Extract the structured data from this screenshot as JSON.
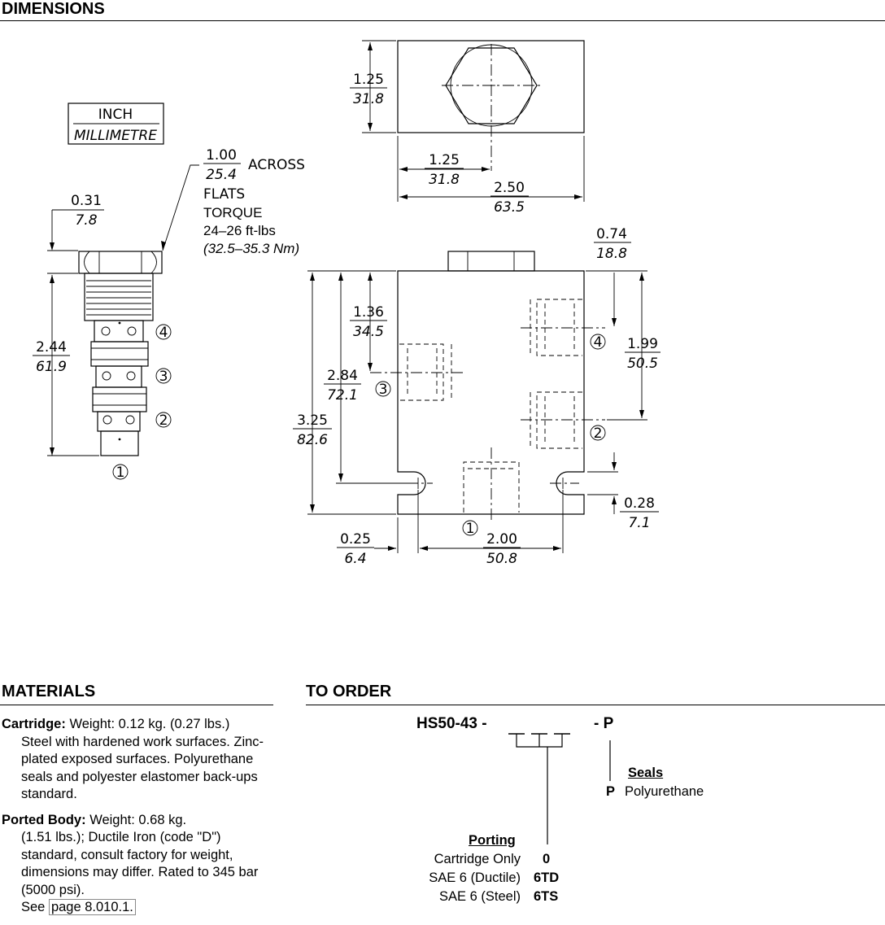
{
  "sections": {
    "dimensions": "DIMENSIONS",
    "materials": "MATERIALS",
    "to_order": "TO ORDER"
  },
  "legend": {
    "top": "INCH",
    "bottom": "MILLIMETRE"
  },
  "hex": {
    "inch": "1.00",
    "mm": "25.4",
    "across": "ACROSS",
    "flats": "FLATS",
    "torque_label": "TORQUE",
    "torque_ftlbs": "24–26 ft-lbs",
    "torque_nm": "(32.5–35.3 Nm)"
  },
  "cartridge_dims": {
    "hex_height": {
      "inch": "0.31",
      "mm": "7.8"
    },
    "length": {
      "inch": "2.44",
      "mm": "61.9"
    }
  },
  "top_view_dims": {
    "height": {
      "inch": "1.25",
      "mm": "31.8"
    },
    "center": {
      "inch": "1.25",
      "mm": "31.8"
    },
    "width": {
      "inch": "2.50",
      "mm": "63.5"
    }
  },
  "body_dims": {
    "top_offset": {
      "inch": "0.74",
      "mm": "18.8"
    },
    "port4_depth": {
      "inch": "1.36",
      "mm": "34.5"
    },
    "port_spacing": {
      "inch": "1.99",
      "mm": "50.5"
    },
    "port3_depth": {
      "inch": "2.84",
      "mm": "72.1"
    },
    "height": {
      "inch": "3.25",
      "mm": "82.6"
    },
    "mount_offset": {
      "inch": "0.28",
      "mm": "7.1"
    },
    "left_offset": {
      "inch": "0.25",
      "mm": "6.4"
    },
    "hole_spacing": {
      "inch": "2.00",
      "mm": "50.8"
    }
  },
  "ports": {
    "p1": "1",
    "p2": "2",
    "p3": "3",
    "p4": "4"
  },
  "materials": {
    "cartridge_label": "Cartridge:",
    "cartridge_first": "Weight: 0.12 kg. (0.27 lbs.)",
    "cartridge_rest": "Steel with hardened work surfaces. Zinc-plated exposed surfaces. Polyurethane seals and polyester elastomer back-ups standard.",
    "body_label": "Ported Body:",
    "body_first": "Weight: 0.68 kg.",
    "body_rest": "(1.51 lbs.); Ductile Iron (code \"D\") standard, consult factory for weight, dimensions may differ. Rated to 345 bar (5000 psi).",
    "see": "See",
    "see_link": "page 8.010.1."
  },
  "order": {
    "prefix": "HS50-43 -",
    "suffix": "- P",
    "seals_title": "Seals",
    "seal_code": "P",
    "seal_name": "Polyurethane",
    "porting_title": "Porting",
    "porting": [
      {
        "name": "Cartridge Only",
        "code": "0"
      },
      {
        "name": "SAE 6 (Ductile)",
        "code": "6TD"
      },
      {
        "name": "SAE 6 (Steel)",
        "code": "6TS"
      }
    ]
  }
}
